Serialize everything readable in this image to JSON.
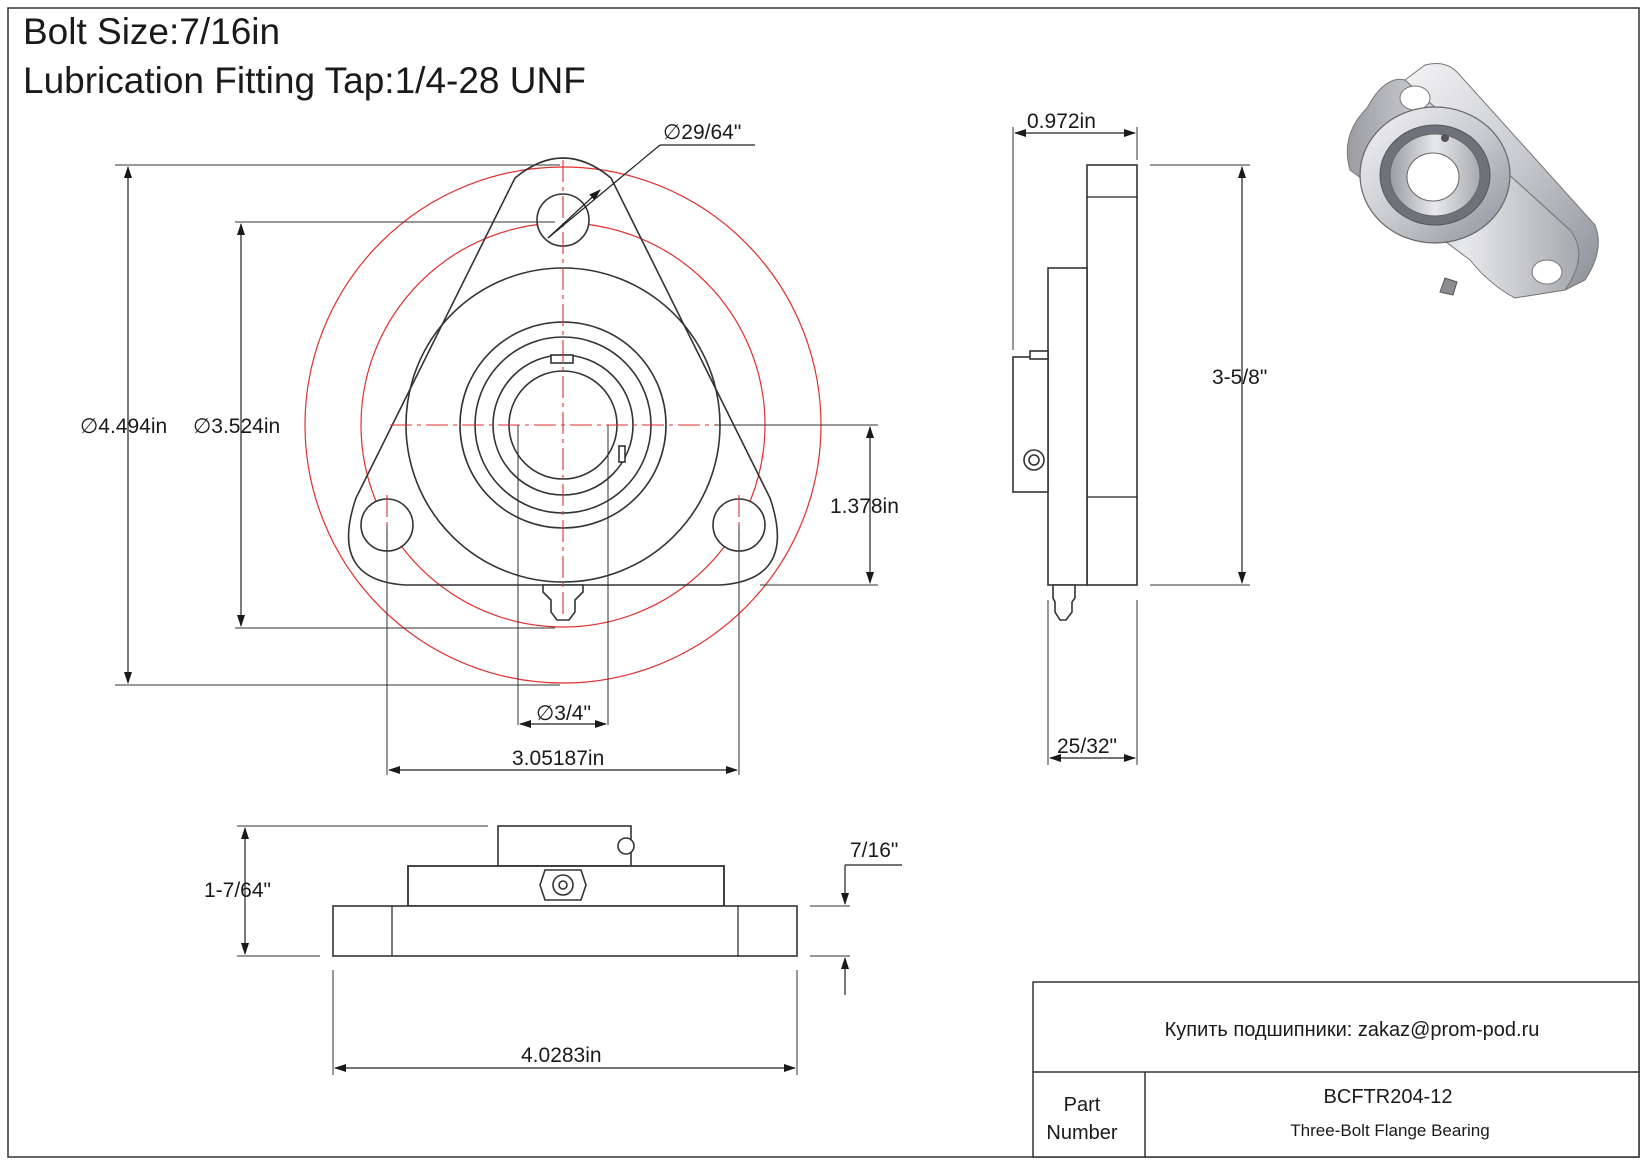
{
  "title": {
    "line1": "Bolt Size:7/16in",
    "line2": "Lubrication Fitting Tap:1/4-28 UNF"
  },
  "front_view_dims": {
    "hole_dia": "∅29/64\"",
    "outer_dia": "∅4.494in",
    "bolt_circle_dia": "∅3.524in",
    "center_height": "1.378in",
    "bore_dia": "∅3/4\"",
    "hole_spacing": "3.05187in"
  },
  "side_view_dims": {
    "width": "0.972in",
    "height": "3-5/8\"",
    "flange_thickness": "25/32\""
  },
  "bottom_view_dims": {
    "overall_height": "1-7/64\"",
    "flange": "7/16\"",
    "length": "4.0283in"
  },
  "title_block": {
    "purchase_text": "Купить подшипники: zakaz@prom-pod.ru",
    "part_label_line1": "Part",
    "part_label_line2": "Number",
    "part_number": "BCFTR204-12",
    "description": "Three-Bolt Flange Bearing"
  }
}
